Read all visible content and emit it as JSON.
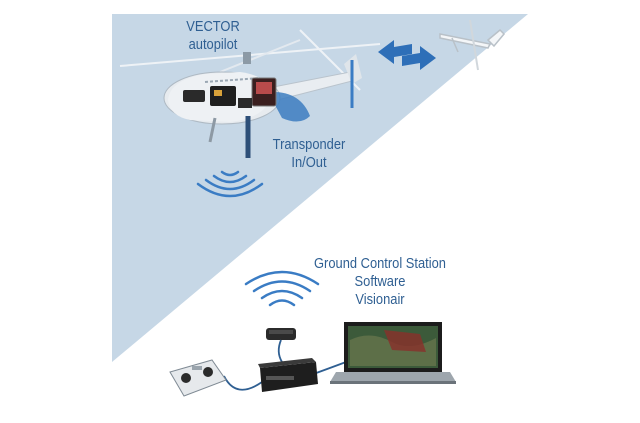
{
  "labels": {
    "vector": [
      "VECTOR",
      "autopilot"
    ],
    "transponder": [
      "Transponder",
      "In/Out"
    ],
    "gcs": [
      "Ground Control Station",
      "Software",
      "Visionair"
    ]
  },
  "colors": {
    "sky": "#c6d7e6",
    "label_text": "#2f5f92",
    "signal_waves": "#3a7cc4",
    "arrows": "#2e6fb8"
  }
}
